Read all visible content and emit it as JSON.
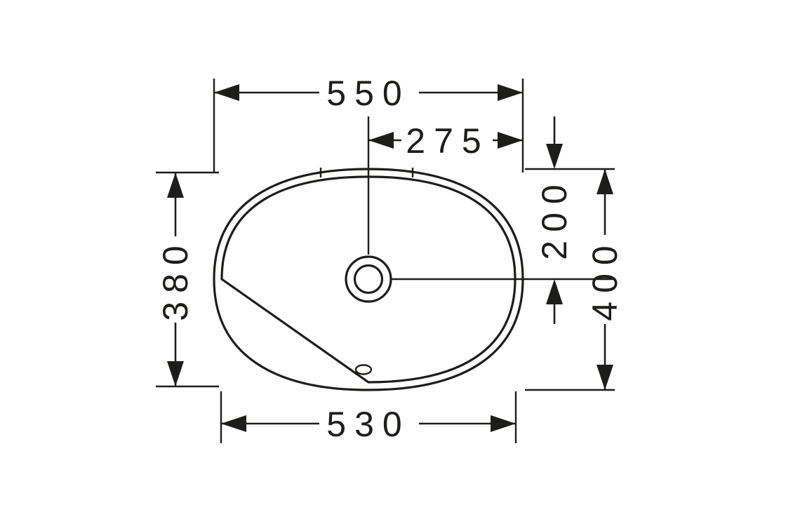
{
  "diagram": {
    "dimensions": {
      "overall_width": "550",
      "center_to_edge": "275",
      "left_depth": "380",
      "top_to_drain": "200",
      "overall_depth": "400",
      "bottom_width": "530"
    },
    "colors": {
      "line": "#1d1d1b",
      "background": "#ffffff"
    }
  }
}
